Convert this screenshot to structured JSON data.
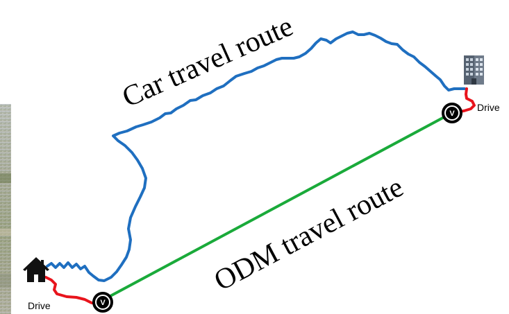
{
  "labels": {
    "car_route": "Car travel route",
    "odm_route": "ODM travel route",
    "drive_origin": "Drive",
    "drive_destination": "Drive",
    "vertiport_origin": "V",
    "vertiport_destination": "V"
  },
  "icons": {
    "origin": "house-icon",
    "destination": "office-building-icon",
    "vertiport_origin": "vertiport-icon",
    "vertiport_destination": "vertiport-icon"
  },
  "colors": {
    "car_route": "#1f6fc0",
    "odm_route": "#1aaa3a",
    "drive_segment": "#e8141c",
    "vertiport_ring": "#000000",
    "vertiport_fill": "#000000"
  }
}
